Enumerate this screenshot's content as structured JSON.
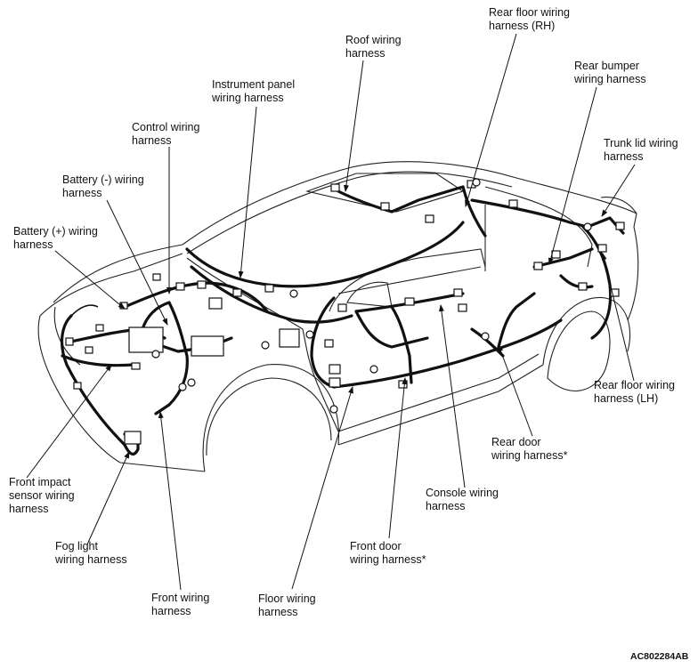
{
  "figure_code": "AC802284AB",
  "labels": {
    "roof": [
      "Roof wiring",
      "harness"
    ],
    "rear_floor_rh": [
      "Rear floor wiring",
      "harness (RH)"
    ],
    "rear_bumper": [
      "Rear bumper",
      "wiring harness"
    ],
    "trunk_lid": [
      "Trunk lid wiring",
      "harness"
    ],
    "instrument_panel": [
      "Instrument panel",
      "wiring harness"
    ],
    "control": [
      "Control wiring",
      "harness"
    ],
    "battery_neg": [
      "Battery (-) wiring",
      "harness"
    ],
    "battery_pos": [
      "Battery (+) wiring",
      "harness"
    ],
    "rear_floor_lh": [
      "Rear floor wiring",
      "harness (LH)"
    ],
    "rear_door": [
      "Rear door",
      "wiring harness*"
    ],
    "console": [
      "Console wiring",
      "harness"
    ],
    "front_impact": [
      "Front impact",
      "sensor wiring",
      "harness"
    ],
    "fog_light": [
      "Fog light",
      "wiring harness"
    ],
    "front_door": [
      "Front door",
      "wiring harness*"
    ],
    "front": [
      "Front wiring",
      "harness"
    ],
    "floor": [
      "Floor wiring",
      "harness"
    ]
  }
}
